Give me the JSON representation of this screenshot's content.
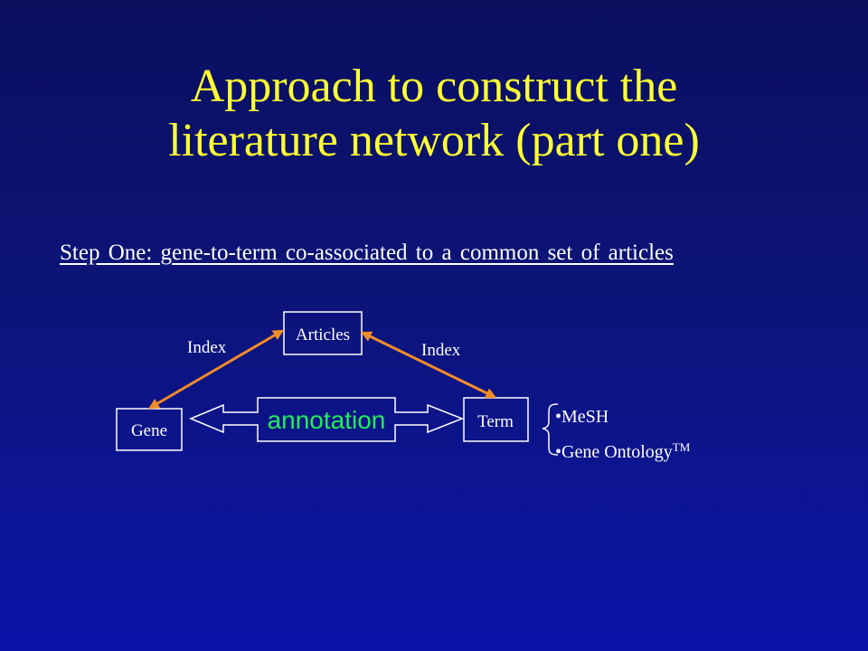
{
  "slide": {
    "title_line1": "Approach to construct the",
    "title_line2": "literature network (part one)",
    "step": "Step One: gene-to-term co-associated to a common set of articles"
  },
  "diagram": {
    "nodes": {
      "articles": "Articles",
      "gene": "Gene",
      "term": "Term"
    },
    "edge_left_label": "Index",
    "edge_right_label": "Index",
    "annotation_label": "annotation"
  },
  "term_sources": {
    "mesh": "MeSH",
    "gene_ontology": "Gene Ontology",
    "gene_ontology_mark": "TM"
  },
  "colors": {
    "title": "#ffff33",
    "arrow": "#f28c28",
    "annotation": "#22ee55"
  }
}
